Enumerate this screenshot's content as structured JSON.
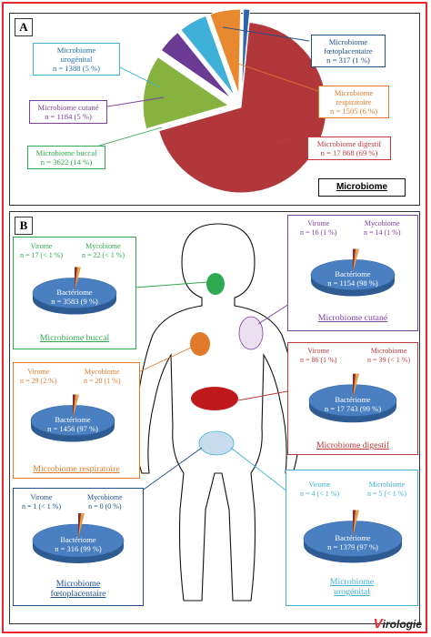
{
  "panelA": {
    "letter": "A",
    "legend_label": "Microbiome",
    "labels": {
      "uro": [
        "Microbiome",
        "urogénital",
        "n = 1388 (5 %)"
      ],
      "cut": [
        "Microbiome cutané",
        "n = 1184 (5 %)"
      ],
      "buc": [
        "Microbiome buccal",
        "n = 3622 (14 %)"
      ],
      "foe": [
        "Microbiome",
        "fœtoplacentaire",
        "n = 317 (1 %)"
      ],
      "res": [
        "Microbiome",
        "respiratoire",
        "n = 1505 (6 %)"
      ],
      "dig": [
        "Microbiome digestif",
        "n = 17 868 (69 %)"
      ]
    }
  },
  "panelB": {
    "letter": "B",
    "boxes": {
      "buccal": {
        "left": "Virome",
        "left_n": "n = 17 (< 1 %)",
        "right": "Mycobiome",
        "right_n": "n = 22 (< 1 %)",
        "bact": "Bactériome",
        "bact_n": "n = 3583 (9 %)",
        "title": "Microbiome buccal"
      },
      "cutane": {
        "left": "Virome",
        "left_n": "n = 16 (1 %)",
        "right": "Mycobiome",
        "right_n": "n = 14 (1 %)",
        "bact": "Bactériome",
        "bact_n": "n = 1154 (98 %)",
        "title": "Microbiome cutané"
      },
      "resp": {
        "left": "Virome",
        "left_n": "n = 29 (2 %)",
        "right": "Mycobiome",
        "right_n": "n = 20 (1 %)",
        "bact": "Bactériome",
        "bact_n": "n = 1456 (97 %)",
        "title": "Microbiome respiratoire"
      },
      "dig": {
        "left": "Virome",
        "left_n": "n = 86 (1 %)",
        "right": "Microbiome",
        "right_n": "n = 39 (< 1 %)",
        "bact": "Bactériome",
        "bact_n": "n = 17 743 (99 %)",
        "title": "Microbiome digestif"
      },
      "foeto": {
        "left": "Virome",
        "left_n": "n = 1 (< 1 %)",
        "right": "Mycobiome",
        "right_n": "n = 0 (0 %)",
        "bact": "Bactériome",
        "bact_n": "n = 316 (99 %)",
        "title1": "Microbiome",
        "title2": "fœtoplacentaire"
      },
      "uro": {
        "left": "Virome",
        "left_n": "n = 4 (< 1 %)",
        "right": "Microbiome",
        "right_n": "n = 5 (< 1 %)",
        "bact": "Bactériome",
        "bact_n": "n = 1379 (97 %)",
        "title1": "Microbiome",
        "title2": "urogénital"
      }
    }
  },
  "logo": {
    "first": "V",
    "rest": "irologie"
  },
  "colors": {
    "digestif": "#c0393b",
    "buccal": "#2fa84f",
    "cutane": "#7b3fa0",
    "resp": "#e07a2a",
    "foeto": "#1f4e8c",
    "uro": "#3fb0d8",
    "bact": "#4a7fc1"
  },
  "chart_data": [
    {
      "type": "pie",
      "categories": [
        "Microbiome digestif",
        "Microbiome buccal",
        "Microbiome cutané",
        "Microbiome urogénital",
        "Microbiome respiratoire",
        "Microbiome fœtoplacentaire"
      ],
      "values": [
        17868,
        3622,
        1184,
        1388,
        1505,
        317
      ],
      "percent": [
        69,
        14,
        5,
        5,
        6,
        1
      ]
    },
    {
      "type": "pie",
      "categories": [
        "Bactériome",
        "Virome",
        "Mycobiome"
      ],
      "values": [
        3583,
        17,
        22
      ]
    },
    {
      "type": "pie",
      "categories": [
        "Bactériome",
        "Virome",
        "Mycobiome"
      ],
      "values": [
        1154,
        16,
        14
      ]
    },
    {
      "type": "pie",
      "categories": [
        "Bactériome",
        "Virome",
        "Mycobiome"
      ],
      "values": [
        1456,
        29,
        20
      ]
    },
    {
      "type": "pie",
      "categories": [
        "Bactériome",
        "Virome",
        "Microbiome"
      ],
      "values": [
        17743,
        86,
        39
      ]
    },
    {
      "type": "pie",
      "categories": [
        "Bactériome",
        "Virome",
        "Mycobiome"
      ],
      "values": [
        316,
        1,
        0
      ]
    },
    {
      "type": "pie",
      "categories": [
        "Bactériome",
        "Virome",
        "Microbiome"
      ],
      "values": [
        1379,
        4,
        5
      ]
    }
  ]
}
